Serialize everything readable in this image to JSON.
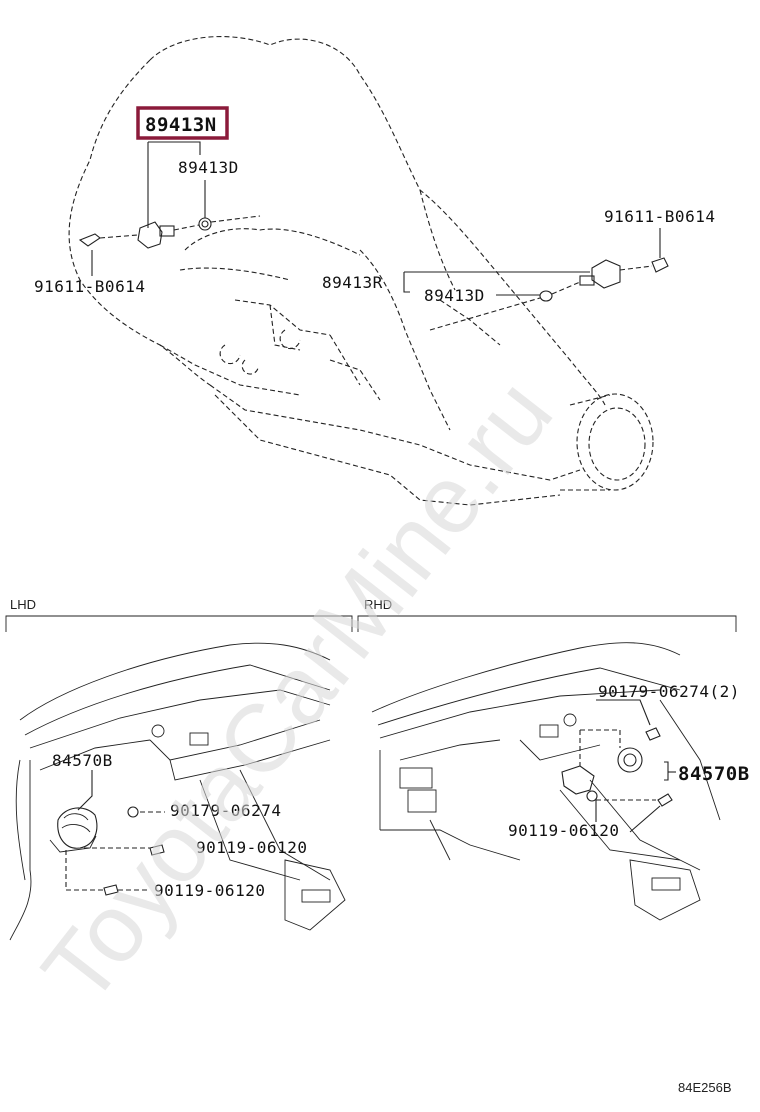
{
  "labels": {
    "part_89413N": "89413N",
    "part_89413D_top": "89413D",
    "part_91611_right": "91611-B0614",
    "part_91611_left": "91611-B0614",
    "part_89413R": "89413R",
    "part_89413D_mid": "89413D",
    "section_lhd": "LHD",
    "section_rhd": "RHD",
    "lhd_84570B": "84570B",
    "lhd_90179": "90179-06274",
    "lhd_90119_a": "90119-06120",
    "lhd_90119_b": "90119-06120",
    "rhd_90179": "90179-06274(2)",
    "rhd_84570B": "84570B",
    "rhd_90119": "90119-06120",
    "diagram_code": "84E256B"
  },
  "watermark": "ToyotaCarMine.ru",
  "colors": {
    "highlight_box": "#8b1a3a",
    "line": "#222222",
    "watermark": "#d8d8d8"
  }
}
